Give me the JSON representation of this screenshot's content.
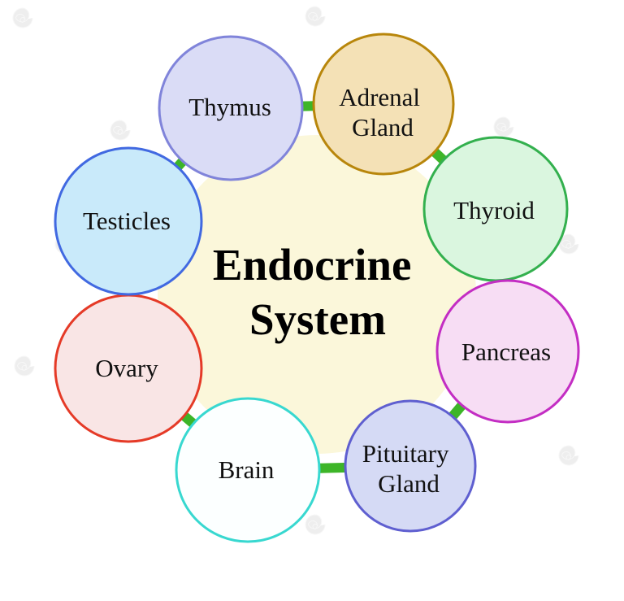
{
  "center": {
    "label": "Endocrine System",
    "lines": [
      "Endocrine",
      "System"
    ],
    "fill": "#fbf7da",
    "text_color": "#000000"
  },
  "connector_color": "#3db528",
  "nodes": [
    {
      "label": "Thymus",
      "lines": [
        "Thymus"
      ],
      "fill": "#dadcf6",
      "stroke": "#8084da"
    },
    {
      "label": "Adrenal Gland",
      "lines": [
        "Adrenal",
        "Gland"
      ],
      "fill": "#f4e1b6",
      "stroke": "#b8860b"
    },
    {
      "label": "Thyroid",
      "lines": [
        "Thyroid"
      ],
      "fill": "#daf6df",
      "stroke": "#33b04e"
    },
    {
      "label": "Pancreas",
      "lines": [
        "Pancreas"
      ],
      "fill": "#f7ddf4",
      "stroke": "#c32dc3"
    },
    {
      "label": "Pituitary Gland",
      "lines": [
        "Pituitary",
        "Gland"
      ],
      "fill": "#d5daf5",
      "stroke": "#5f5fd0"
    },
    {
      "label": "Brain",
      "lines": [
        "Brain"
      ],
      "fill": "#fcffff",
      "stroke": "#38d8d0"
    },
    {
      "label": "Ovary",
      "lines": [
        "Ovary"
      ],
      "fill": "#f9e5e5",
      "stroke": "#e53a27"
    },
    {
      "label": "Testicles",
      "lines": [
        "Testicles"
      ],
      "fill": "#c9eafa",
      "stroke": "#4169e1"
    }
  ],
  "watermark": {
    "icon": "spiral-logo",
    "color": "#888888"
  }
}
